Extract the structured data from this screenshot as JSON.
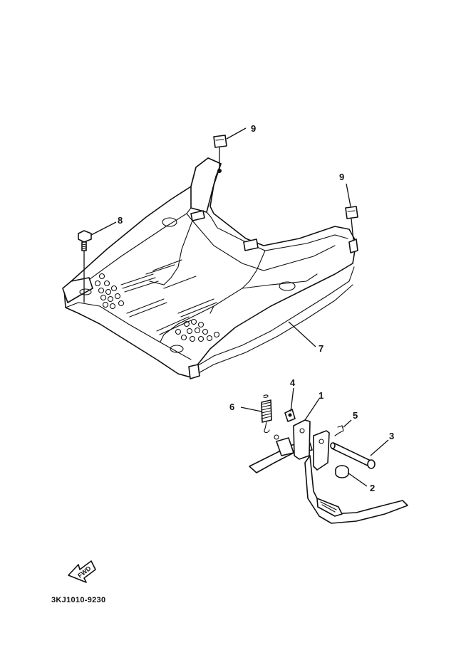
{
  "callouts": {
    "c1": "1",
    "c2": "2",
    "c3": "3",
    "c4": "4",
    "c5": "5",
    "c6": "6",
    "c7": "7",
    "c8": "8",
    "c9a": "9",
    "c9b": "9"
  },
  "fwd_label": "FWD",
  "diagram_code": "3KJ1010-9230"
}
